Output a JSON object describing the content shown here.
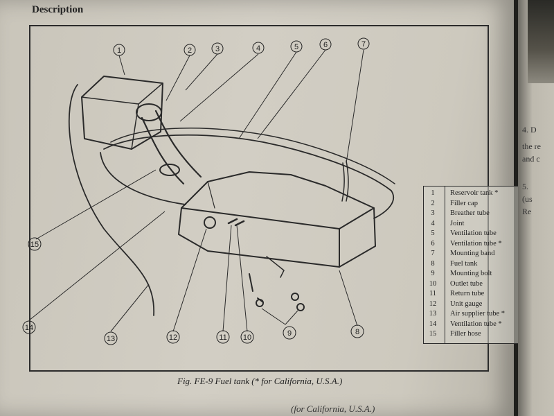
{
  "heading": "Description",
  "figure": {
    "caption": "Fig. FE-9  Fuel tank (* for California, U.S.A.)",
    "callouts": [
      "1",
      "2",
      "3",
      "4",
      "5",
      "6",
      "7",
      "8",
      "9",
      "10",
      "11",
      "12",
      "13",
      "14",
      "15"
    ],
    "legend": [
      {
        "num": "1",
        "label": "Reservoir tank *"
      },
      {
        "num": "2",
        "label": "Filler cap"
      },
      {
        "num": "3",
        "label": "Breather tube"
      },
      {
        "num": "4",
        "label": "Joint"
      },
      {
        "num": "5",
        "label": "Ventilation tube"
      },
      {
        "num": "6",
        "label": "Ventilation tube *"
      },
      {
        "num": "7",
        "label": "Mounting band"
      },
      {
        "num": "8",
        "label": "Fuel tank"
      },
      {
        "num": "9",
        "label": "Mounting bolt"
      },
      {
        "num": "10",
        "label": "Outlet tube"
      },
      {
        "num": "11",
        "label": "Return tube"
      },
      {
        "num": "12",
        "label": "Unit gauge"
      },
      {
        "num": "13",
        "label": "Air supplier tube *"
      },
      {
        "num": "14",
        "label": "Ventilation tube *"
      },
      {
        "num": "15",
        "label": "Filler hose"
      }
    ]
  },
  "bottom_text": "(for California, U.S.A.)",
  "right_page": {
    "lines": [
      "4.  D",
      "the re",
      "and c",
      "5.",
      "(us",
      "Re"
    ]
  }
}
